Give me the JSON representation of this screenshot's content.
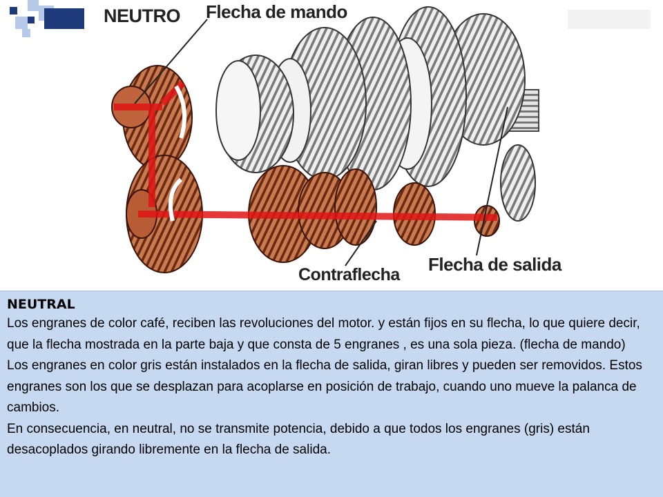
{
  "slide": {
    "accent_colors": {
      "navy": "#1f3a7a",
      "light_blue": "#b7c9e8",
      "textbox_bg": "#c6d9f1",
      "power_flow": "#e01515",
      "gear_brown": "#a84a2e",
      "gear_gray": "#e8e8e8"
    }
  },
  "diagram": {
    "label_neutro": "NEUTRO",
    "label_flecha_mando": "Flecha de mando",
    "label_contraflecha": "Contraflecha",
    "label_flecha_salida": "Flecha de salida"
  },
  "textbox": {
    "title": "NEUTRAL",
    "paragraph_1": "Los engranes de color café, reciben las revoluciones del motor. y están fijos en su flecha, lo que quiere decir, que la flecha mostrada en la parte baja y que consta de 5 engranes , es una sola pieza. (flecha de mando)",
    "paragraph_2": "Los engranes en color gris están instalados en la flecha de salida, giran libres y pueden ser removidos. Estos engranes son los que se desplazan para acoplarse en posición de trabajo, cuando uno mueve la palanca de cambios.",
    "paragraph_3": "En consecuencia, en neutral, no se transmite potencia, debido a que todos los engranes (gris) están desacoplados girando libremente en la flecha de salida."
  }
}
